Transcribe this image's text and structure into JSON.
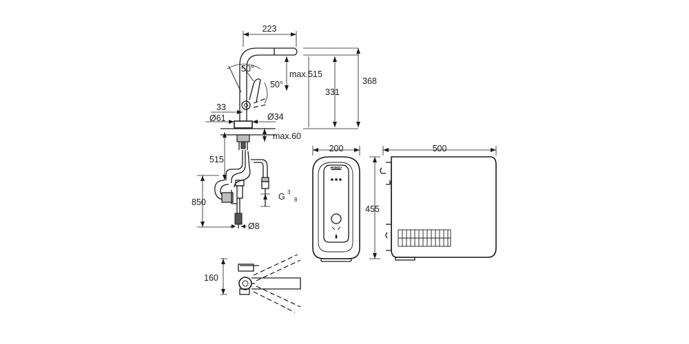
{
  "dimensions": {
    "spout_reach": "223",
    "height_max": "max.515",
    "height_total": "368",
    "height_331": "331",
    "angle_spout": "50°",
    "angle_handle": "50°",
    "offset_33": "33",
    "base_diameter": "Ø61",
    "hole_diameter": "Ø34",
    "deck_max": "max.60",
    "hose_515": "515",
    "hose_850": "850",
    "thread_prefix": "G",
    "thread_num": "3",
    "thread_den": "8",
    "pipe_diameter": "Ø8",
    "boiler_width": "200",
    "boiler_height": "455",
    "boiler_depth": "500",
    "swivel_160": "160"
  },
  "labels": {
    "brand": "GROHE"
  },
  "icons": [
    "water-drop-icon",
    "filter-icon"
  ]
}
